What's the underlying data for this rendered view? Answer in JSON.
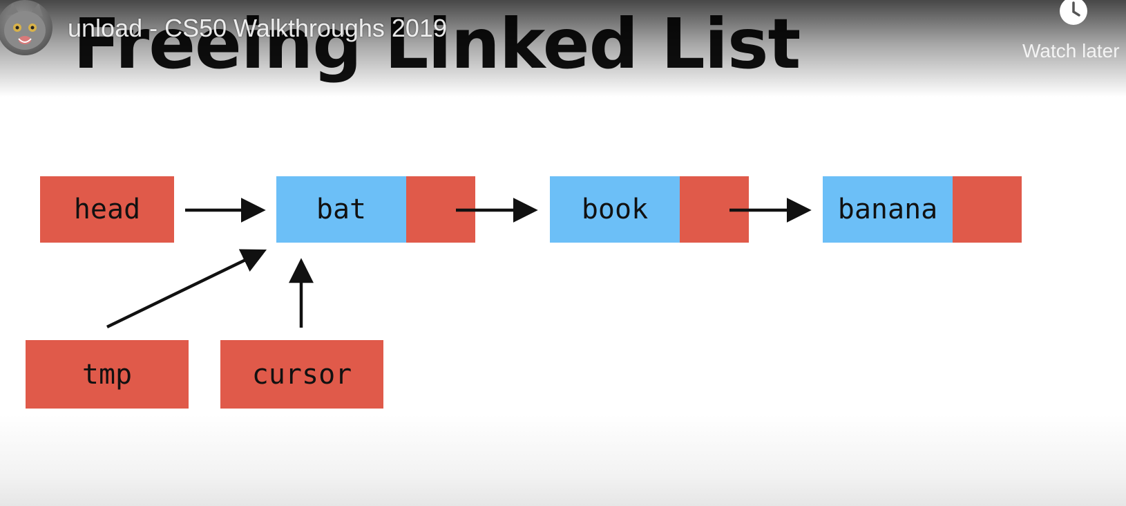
{
  "overlay": {
    "video_title": "unload - CS50 Walkthroughs 2019",
    "watch_later_label": "Watch later",
    "watch_later_icon": "clock-icon",
    "channel_avatar_icon": "cat-avatar-icon"
  },
  "slide": {
    "title": "Freeing Linked List",
    "head_label": "head",
    "nodes": [
      {
        "value": "bat"
      },
      {
        "value": "book"
      },
      {
        "value": "banana"
      }
    ],
    "tmp_label": "tmp",
    "cursor_label": "cursor"
  },
  "colors": {
    "pointer_box": "#e05a4a",
    "value_box": "#6cbff7",
    "arrow": "#111111"
  }
}
